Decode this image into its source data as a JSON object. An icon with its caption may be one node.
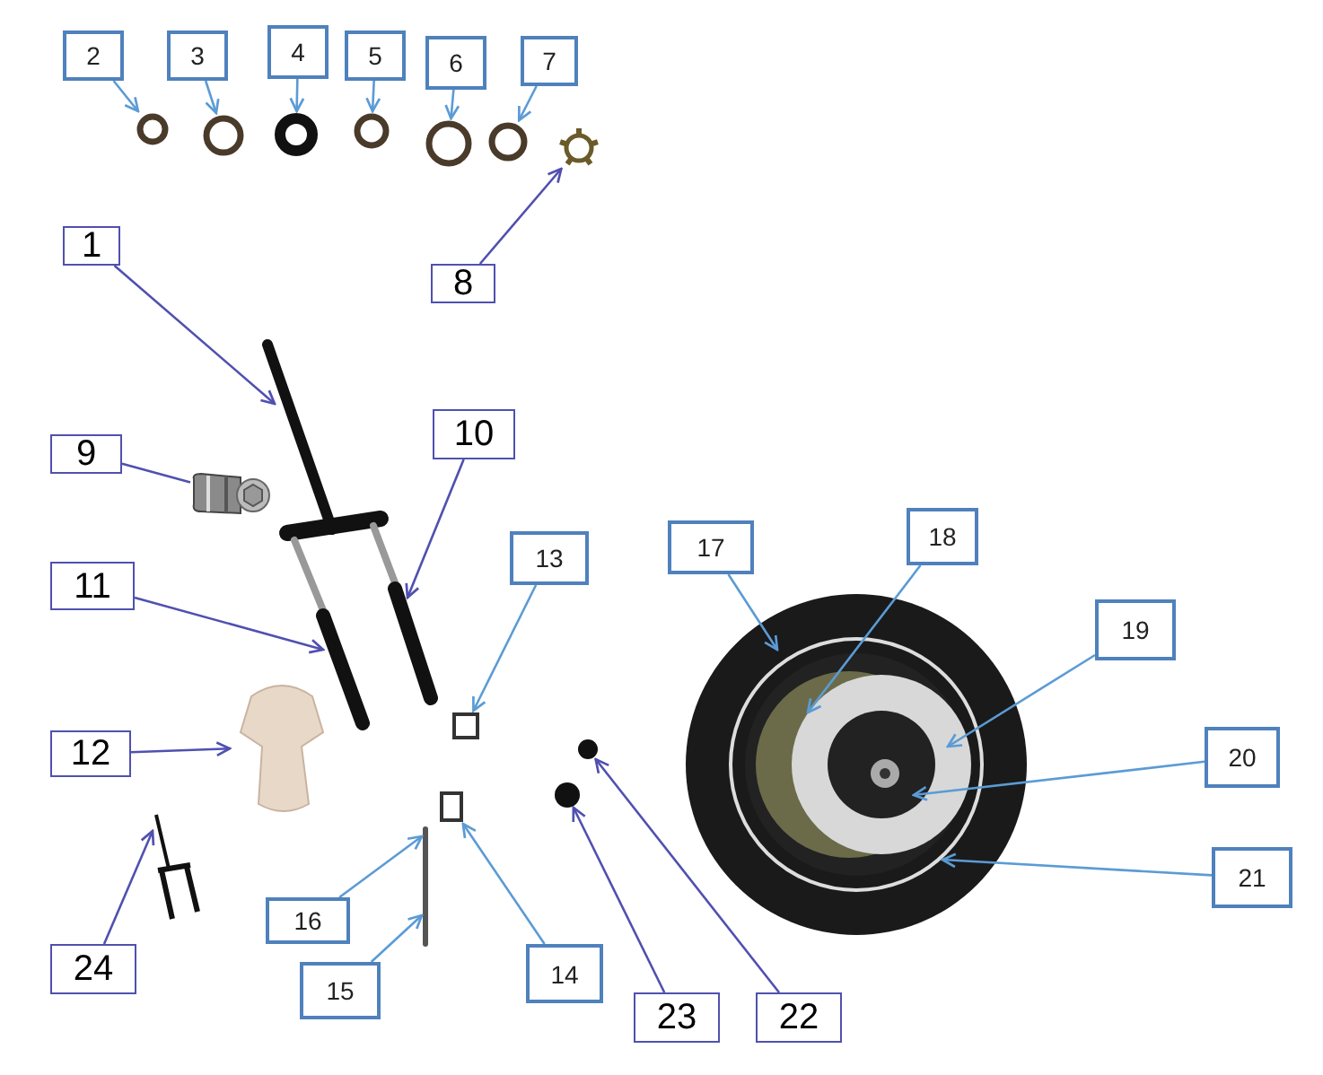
{
  "diagram": {
    "nodes": [
      {
        "text": [
          "1"
        ]
      },
      {
        "text": [
          "2"
        ]
      },
      {
        "text": [
          "3"
        ]
      },
      {
        "text": [
          "4"
        ]
      },
      {
        "text": [
          "5"
        ]
      },
      {
        "text": [
          "6"
        ]
      },
      {
        "text": [
          "7"
        ]
      },
      {
        "text": [
          "8"
        ]
      },
      {
        "text": [
          "9"
        ]
      },
      {
        "text": [
          "10"
        ]
      },
      {
        "text": [
          "11"
        ]
      },
      {
        "text": [
          "12"
        ]
      },
      {
        "text": [
          "13"
        ]
      },
      {
        "text": [
          "14"
        ]
      },
      {
        "text": [
          "15"
        ]
      },
      {
        "text": [
          "16"
        ]
      },
      {
        "text": [
          "17"
        ]
      },
      {
        "text": [
          "18"
        ]
      },
      {
        "text": [
          "19"
        ]
      },
      {
        "text": [
          "20"
        ]
      },
      {
        "text": [
          "21"
        ]
      },
      {
        "text": [
          "22"
        ]
      },
      {
        "text": [
          "23"
        ]
      },
      {
        "text": [
          "24"
        ]
      },
      {
        "text": [],
        "shape": "circle"
      },
      {
        "text": [],
        "shape": "circle"
      },
      {
        "text": [],
        "shape": "circle"
      },
      {
        "text": [],
        "shape": "circle"
      },
      {
        "text": [],
        "shape": "circle"
      },
      {
        "text": [],
        "shape": "circle"
      },
      {
        "text": [],
        "shape": "picture"
      },
      {
        "text": [],
        "shape": "picture"
      },
      {
        "text": [],
        "shape": "picture"
      },
      {
        "text": [],
        "shape": "picture"
      },
      {
        "text": [],
        "shape": "box"
      },
      {
        "text": [],
        "shape": "box"
      },
      {
        "text": [],
        "shape": "picture"
      },
      {
        "text": [],
        "shape": "circle"
      },
      {
        "text": [],
        "shape": "circle"
      },
      {
        "text": [],
        "shape": "picture"
      },
      {
        "text": [],
        "shape": "picture"
      }
    ],
    "edges": [
      {
        "from": 0,
        "to": 31,
        "arrow": "to",
        "color": "#5050b0"
      },
      {
        "from": 1,
        "to": 24,
        "arrow": "to"
      },
      {
        "from": 2,
        "to": 25,
        "arrow": "to"
      },
      {
        "from": 3,
        "to": 26,
        "arrow": "to"
      },
      {
        "from": 4,
        "to": 27,
        "arrow": "to"
      },
      {
        "from": 5,
        "to": 28,
        "arrow": "to"
      },
      {
        "from": 6,
        "to": 29,
        "arrow": "to"
      },
      {
        "from": 7,
        "to": 30,
        "arrow": "to",
        "color": "#5050b0"
      },
      {
        "from": 8,
        "to": 32,
        "arrow": "none",
        "color": "#5050b0"
      },
      {
        "from": 9,
        "to": 31,
        "arrow": "to",
        "color": "#5050b0"
      },
      {
        "from": 10,
        "to": 31,
        "arrow": "to",
        "color": "#5050b0"
      },
      {
        "from": 11,
        "to": 33,
        "arrow": "to",
        "color": "#5050b0"
      },
      {
        "from": 12,
        "to": 34,
        "arrow": "to"
      },
      {
        "from": 13,
        "to": 35,
        "arrow": "to"
      },
      {
        "from": 14,
        "to": 36,
        "arrow": "to"
      },
      {
        "from": 15,
        "to": 36,
        "arrow": "to"
      },
      {
        "from": 16,
        "to": 40,
        "arrow": "to"
      },
      {
        "from": 17,
        "to": 40,
        "arrow": "to"
      },
      {
        "from": 18,
        "to": 40,
        "arrow": "to"
      },
      {
        "from": 19,
        "to": 40,
        "arrow": "to"
      },
      {
        "from": 20,
        "to": 40,
        "arrow": "to"
      },
      {
        "from": 21,
        "to": 37,
        "arrow": "to",
        "color": "#5050b0"
      },
      {
        "from": 22,
        "to": 38,
        "arrow": "to",
        "color": "#5050b0"
      },
      {
        "from": 23,
        "to": 39,
        "arrow": "to",
        "color": "#5050b0"
      }
    ]
  }
}
